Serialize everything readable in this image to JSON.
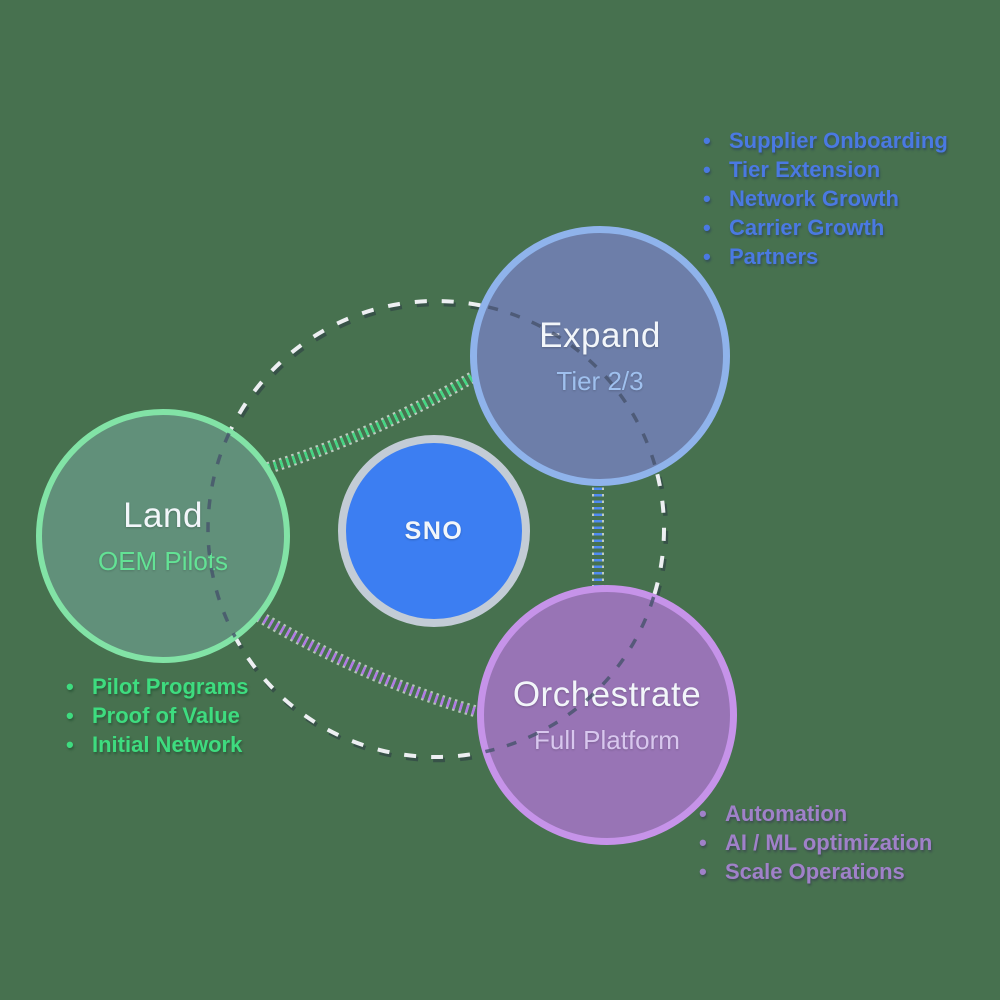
{
  "diagram": {
    "background_color": "#47714F",
    "center_node": {
      "label": "SNO",
      "fill": "#3C7EF2",
      "border_color": "#C3CCD6"
    },
    "nodes": {
      "land": {
        "title": "Land",
        "subtitle": "OEM Pilots",
        "fill": "#61907A",
        "border_color": "#82E3A6",
        "accent": "#3EDC7F",
        "bullets": [
          "Pilot Programs",
          "Proof of Value",
          "Initial Network"
        ]
      },
      "expand": {
        "title": "Expand",
        "subtitle": "Tier 2/3",
        "fill": "#6D7EA9",
        "border_color": "#8FB3EB",
        "accent": "#4A79E2",
        "bullets": [
          "Supplier Onboarding",
          "Tier Extension",
          "Network Growth",
          "Carrier Growth",
          "Partners"
        ]
      },
      "orchestrate": {
        "title": "Orchestrate",
        "subtitle": "Full Platform",
        "fill": "#9874B5",
        "border_color": "#C693E9",
        "accent": "#A081C9",
        "bullets": [
          "Automation",
          "AI / ML optimization",
          "Scale Operations"
        ]
      }
    },
    "connectors": {
      "land_expand_color": "#44D683",
      "land_orchestrate_color": "#B07AE4",
      "expand_orchestrate_color": "#4F8AF2",
      "orbit_dash_color": "#EDEFF2"
    },
    "bullet_glyph": "•"
  }
}
